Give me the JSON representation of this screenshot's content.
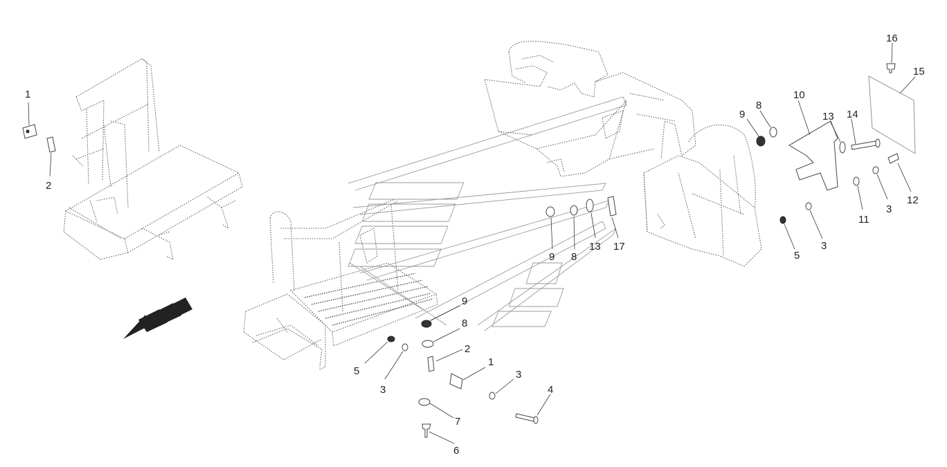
{
  "callouts": {
    "c1": "1",
    "c2": "2",
    "c3": "3",
    "c4": "4",
    "c5": "5",
    "c6": "6",
    "c7": "7",
    "c8": "8",
    "c9": "9",
    "c10": "10",
    "c11": "11",
    "c12": "12",
    "c13": "13",
    "c14": "14",
    "c15": "15",
    "c16": "16",
    "c17": "17"
  },
  "colors": {
    "linework": "#666666",
    "text": "#222222",
    "arrow": "#222222"
  }
}
